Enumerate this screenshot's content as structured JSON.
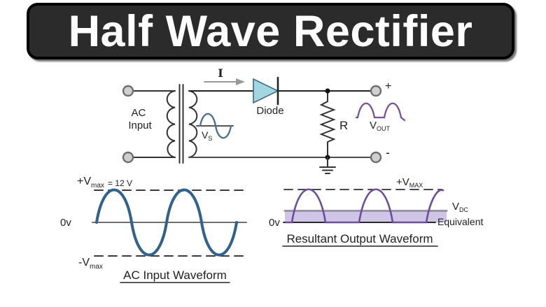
{
  "title": "Half Wave Rectifier",
  "circuit": {
    "ac_label_line1": "AC",
    "ac_label_line2": "Input",
    "current_label": "I",
    "diode_label": "Diode",
    "vs": {
      "base": "V",
      "sub": "S"
    },
    "r_label": "R",
    "vout": {
      "base": "V",
      "sub": "OUT"
    },
    "plus_label": "+",
    "minus_label": "-"
  },
  "input_waveform": {
    "pos_peak": {
      "base": "+V",
      "sub": "max",
      "value": "= 12 V"
    },
    "zero_label": "0v",
    "neg_peak": {
      "base": "-V",
      "sub": "max"
    },
    "caption": "AC Input Waveform"
  },
  "output_waveform": {
    "pos_peak": {
      "base": "+V",
      "sub": "MAX"
    },
    "zero_label": "0v",
    "vdc": {
      "base": "V",
      "sub": "DC"
    },
    "equivalent_label": "Equivalent",
    "caption": "Resultant Output Waveform"
  },
  "colors": {
    "banner_bg": "#2b2b2b",
    "banner_text": "#fdfdfd",
    "wire": "#333333",
    "diode_fill": "#a3d6e0",
    "diode_label": "#6fb0c5",
    "vs_sine": "#4a6f94",
    "vout_wave": "#7a4f99",
    "r_label": "#35a8a8",
    "ac_label": "#4d423c",
    "input_sine": "#30618f",
    "output_wave": "#6b4d9b",
    "vdc_band": "#cfc5e6",
    "vdc_line": "#9a94a4"
  },
  "chart_data": [
    {
      "type": "line",
      "title": "AC Input Waveform",
      "description": "sine wave, 2 full cycles",
      "amplitude_volts": 12,
      "y_labels": [
        "+Vmax = 12 V",
        "0v",
        "-Vmax"
      ],
      "grid": "dashed lines at +Vmax and -Vmax"
    },
    {
      "type": "line",
      "title": "Resultant Output Waveform",
      "description": "half-wave rectified pulses (positive half cycles only), 2.5 humps shown",
      "y_labels": [
        "+VMAX",
        "0v",
        "VDC Equivalent"
      ],
      "grid": "dashed line at +VMAX, shaded band up to VDC equivalent level"
    }
  ]
}
